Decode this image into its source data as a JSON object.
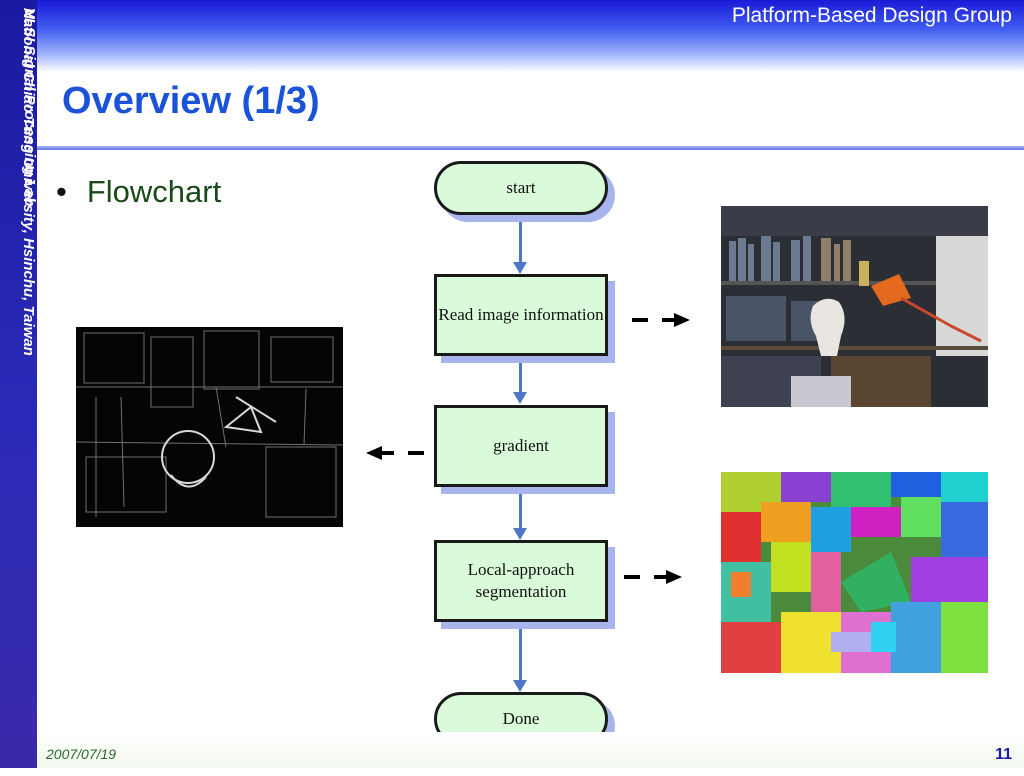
{
  "header": {
    "group_name": "Platform-Based Design Group",
    "side_line1": "VLSI Signal Processing Lab",
    "side_line2": "National Chiao Tung University, Hsinchu, Taiwan"
  },
  "slide": {
    "title": "Overview (1/3)",
    "bullet": "Flowchart"
  },
  "flowchart": {
    "nodes": [
      {
        "id": "start",
        "label": "start"
      },
      {
        "id": "read",
        "label": "Read image information"
      },
      {
        "id": "gradient",
        "label": "gradient"
      },
      {
        "id": "segmentation",
        "label": "Local-approach segmentation"
      },
      {
        "id": "done",
        "label": "Done"
      }
    ]
  },
  "images": {
    "gradient_image": "gradient-edge-map",
    "input_image": "input-photo-lab-scene",
    "segmented_image": "segmentation-result"
  },
  "footer": {
    "date": "2007/07/19",
    "page": "11"
  },
  "colors": {
    "title": "#1a52d8",
    "node_fill": "#d9fbd9",
    "connector": "#4a77c8"
  }
}
